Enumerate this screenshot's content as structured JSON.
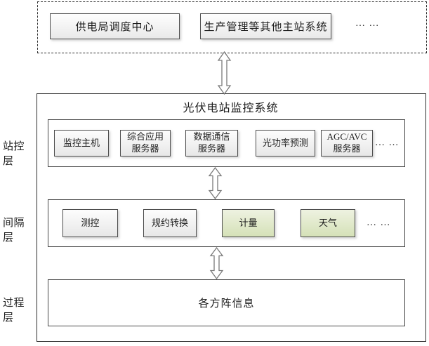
{
  "remote": {
    "nodes": [
      {
        "label": "供电局调度中心"
      },
      {
        "label": "生产管理等其他主站系统"
      }
    ],
    "ellipsis": "… …"
  },
  "system": {
    "title": "光伏电站监控系统"
  },
  "layers": [
    {
      "name": "站控层",
      "nodes": [
        {
          "label": "监控主机"
        },
        {
          "label": "综合应用\n服务器"
        },
        {
          "label": "数据通信\n服务器"
        },
        {
          "label": "光功率预测"
        },
        {
          "label": "AGC/AVC\n服务器"
        }
      ],
      "ellipsis": "… …"
    },
    {
      "name": "间隔层",
      "nodes": [
        {
          "label": "测控"
        },
        {
          "label": "规约转换"
        },
        {
          "label": "计量",
          "highlight": true
        },
        {
          "label": "天气",
          "highlight": true
        }
      ],
      "ellipsis": "… …"
    },
    {
      "name": "过程层",
      "nodes": [
        {
          "label": "各方阵信息"
        }
      ]
    }
  ],
  "colors": {
    "highlight_green_top": "#eef2e1",
    "highlight_green_bottom": "#d5e1b7",
    "node_gray_top": "#fdfdfd",
    "node_gray_bottom": "#e7e7e7",
    "border": "#4d4d4d"
  }
}
